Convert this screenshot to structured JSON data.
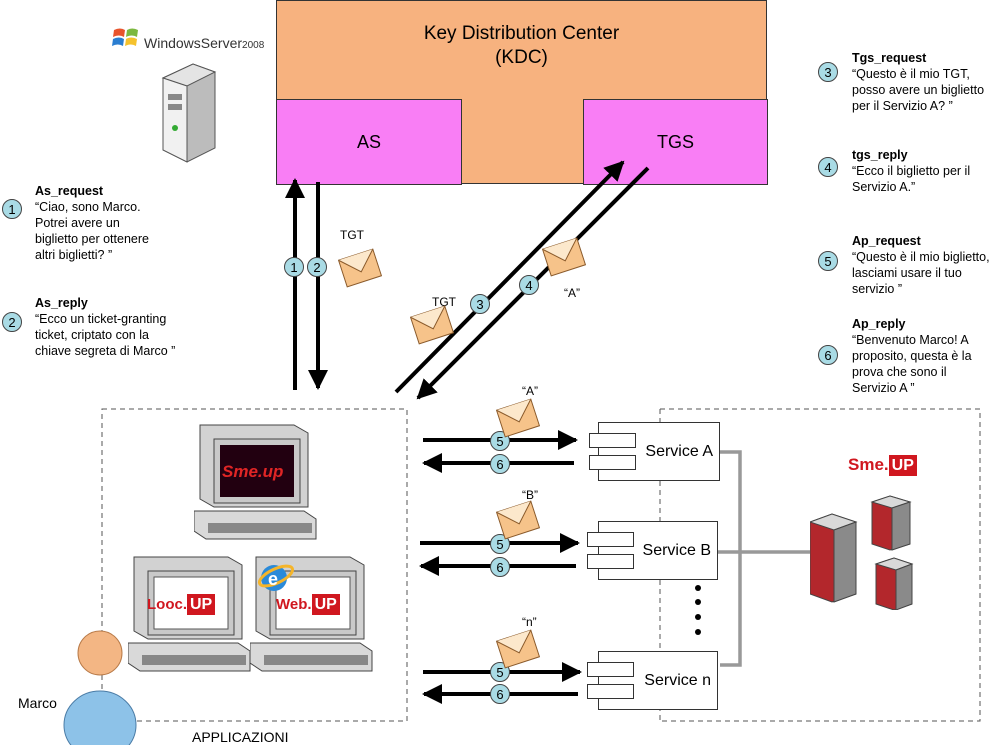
{
  "kdc": {
    "title_line1": "Key Distribution Center",
    "title_line2": "(KDC)",
    "as_label": "AS",
    "tgs_label": "TGS"
  },
  "logo": {
    "windows": "WindowsServer",
    "windows_version": "2008"
  },
  "steps": [
    {
      "num": "1",
      "title": "As_request",
      "text": [
        "“Ciao, sono Marco.",
        "Potrei avere un",
        "biglietto per ottenere",
        "altri biglietti? ”"
      ]
    },
    {
      "num": "2",
      "title": "As_reply",
      "text": [
        "“Ecco un ticket-granting",
        "ticket, criptato con la",
        "chiave segreta di Marco ”"
      ]
    },
    {
      "num": "3",
      "title": "Tgs_request",
      "text": [
        "“Questo è il mio TGT,",
        "posso avere un biglietto",
        "per il Servizio A? ”"
      ]
    },
    {
      "num": "4",
      "title": "tgs_reply",
      "text": [
        "“Ecco il biglietto per il",
        "Servizio A.”"
      ]
    },
    {
      "num": "5",
      "title": "Ap_request",
      "text": [
        "“Questo è il mio biglietto,",
        "lasciami usare il tuo",
        "servizio ”"
      ]
    },
    {
      "num": "6",
      "title": "Ap_reply",
      "text": [
        "“Benvenuto Marco! A",
        "proposito, questa è la",
        "prova che sono il",
        "Servizio A ”"
      ]
    }
  ],
  "tickets": {
    "tgt1": "TGT",
    "tgt2": "TGT",
    "a1": "“A”",
    "a2": "“A”",
    "b": "“B”",
    "n": "“n”"
  },
  "services": [
    "Service A",
    "Service B",
    "Service n"
  ],
  "apps": {
    "group_label": "APPLICAZIONI",
    "user": "Marco",
    "smeup_screen": "Sme.up",
    "looc": "Looc.",
    "web": "Web.",
    "up": "UP"
  },
  "server_brand": {
    "left": "Sme.",
    "right": "UP"
  },
  "colors": {
    "kdc": "#f7b27f",
    "subbox": "#f97ef5",
    "circle": "#a9dbe5",
    "brand_red": "#d0171f"
  }
}
